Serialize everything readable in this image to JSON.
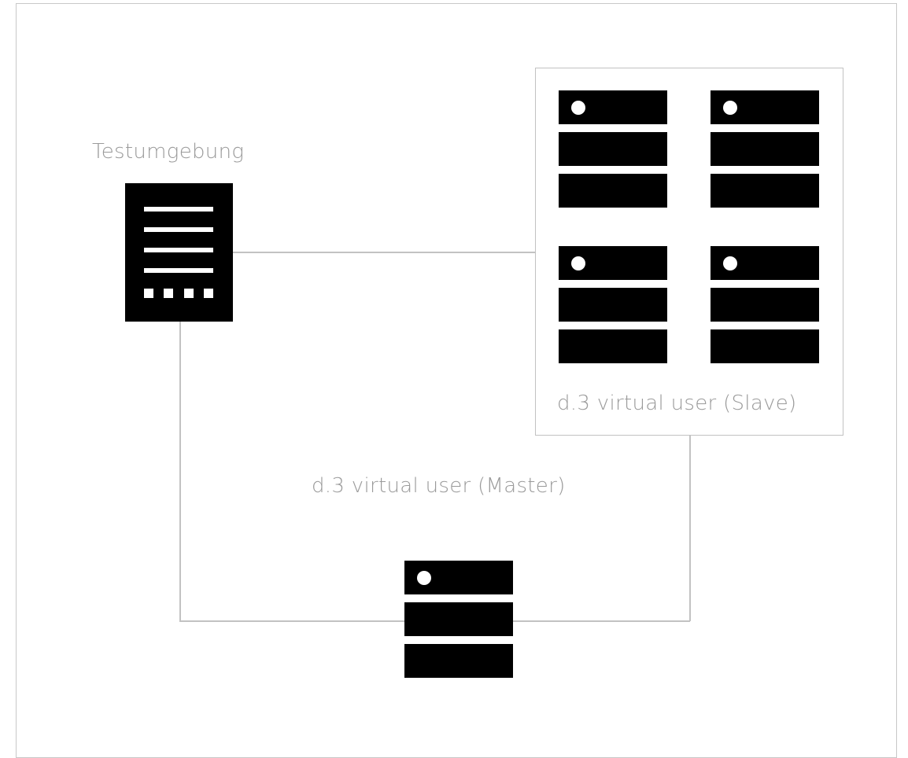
{
  "diagram": {
    "test_environment": {
      "label": "Testumgebung",
      "icon": "document-icon"
    },
    "slave_group": {
      "label": "d.3 virtual user (Slave)",
      "server_count": 4,
      "icon": "server-icon"
    },
    "master": {
      "label": "d.3 virtual user (Master)",
      "icon": "server-icon"
    },
    "colors": {
      "icon": "#000000",
      "line": "#c2c2c2",
      "text": "#9a9a9a"
    }
  }
}
